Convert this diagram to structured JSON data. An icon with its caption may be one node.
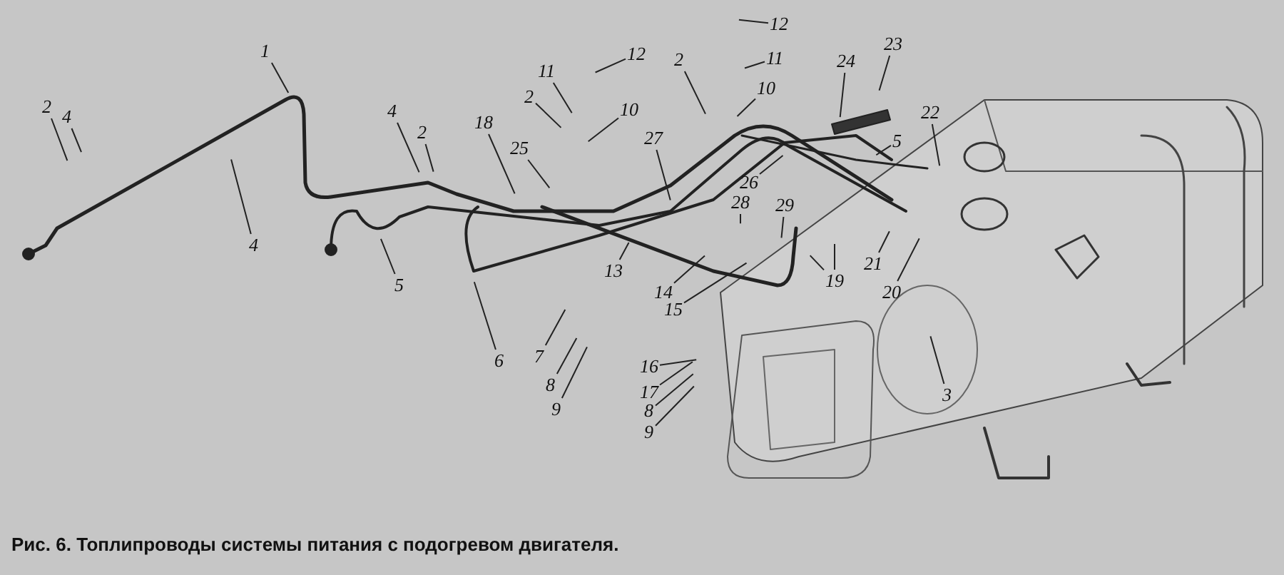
{
  "diagram": {
    "caption": "Рис. 6. Топлипроводы системы питания с подогревом двигателя.",
    "nodes": [
      {
        "text": [
          "1"
        ]
      },
      {
        "text": [
          "2"
        ]
      },
      {
        "text": [
          "4"
        ]
      },
      {
        "text": [
          "4"
        ]
      },
      {
        "text": [
          "4"
        ]
      },
      {
        "text": [
          "2"
        ]
      },
      {
        "text": [
          "5"
        ]
      },
      {
        "text": [
          "6"
        ]
      },
      {
        "text": [
          "18"
        ]
      },
      {
        "text": [
          "25"
        ]
      },
      {
        "text": [
          "11"
        ]
      },
      {
        "text": [
          "2"
        ]
      },
      {
        "text": [
          "12"
        ]
      },
      {
        "text": [
          "10"
        ]
      },
      {
        "text": [
          "13"
        ]
      },
      {
        "text": [
          "7"
        ]
      },
      {
        "text": [
          "8"
        ]
      },
      {
        "text": [
          "9"
        ]
      },
      {
        "text": [
          "27"
        ]
      },
      {
        "text": [
          "28"
        ]
      },
      {
        "text": [
          "29"
        ]
      },
      {
        "text": [
          "14"
        ]
      },
      {
        "text": [
          "15"
        ]
      },
      {
        "text": [
          "16"
        ]
      },
      {
        "text": [
          "17"
        ]
      },
      {
        "text": [
          "8"
        ]
      },
      {
        "text": [
          "9"
        ]
      },
      {
        "text": [
          "26"
        ]
      },
      {
        "text": [
          "2"
        ]
      },
      {
        "text": [
          "11"
        ]
      },
      {
        "text": [
          "12"
        ]
      },
      {
        "text": [
          "10"
        ]
      },
      {
        "text": [
          "24"
        ]
      },
      {
        "text": [
          "23"
        ]
      },
      {
        "text": [
          "5"
        ]
      },
      {
        "text": [
          "22"
        ]
      },
      {
        "text": [
          "21"
        ]
      },
      {
        "text": [
          "20"
        ]
      },
      {
        "text": [
          "19"
        ]
      },
      {
        "text": [
          "3"
        ]
      }
    ],
    "edges": [
      {
        "from": 0,
        "to": null,
        "arrow": "none"
      },
      {
        "from": 1,
        "to": null,
        "arrow": "none"
      },
      {
        "from": 2,
        "to": null,
        "arrow": "none"
      },
      {
        "from": 3,
        "to": null,
        "arrow": "none"
      },
      {
        "from": 4,
        "to": null,
        "arrow": "none"
      },
      {
        "from": 5,
        "to": null,
        "arrow": "none"
      },
      {
        "from": 6,
        "to": null,
        "arrow": "none"
      },
      {
        "from": 7,
        "to": null,
        "arrow": "none"
      },
      {
        "from": 8,
        "to": null,
        "arrow": "none"
      },
      {
        "from": 9,
        "to": null,
        "arrow": "none"
      },
      {
        "from": 10,
        "to": null,
        "arrow": "none"
      },
      {
        "from": 11,
        "to": null,
        "arrow": "none"
      },
      {
        "from": 12,
        "to": null,
        "arrow": "none"
      },
      {
        "from": 13,
        "to": null,
        "arrow": "none"
      },
      {
        "from": 14,
        "to": null,
        "arrow": "none"
      },
      {
        "from": 15,
        "to": null,
        "arrow": "none"
      },
      {
        "from": 16,
        "to": null,
        "arrow": "none"
      },
      {
        "from": 17,
        "to": null,
        "arrow": "none"
      },
      {
        "from": 18,
        "to": null,
        "arrow": "none"
      },
      {
        "from": 19,
        "to": null,
        "arrow": "none"
      },
      {
        "from": 20,
        "to": null,
        "arrow": "none"
      },
      {
        "from": 21,
        "to": null,
        "arrow": "none"
      },
      {
        "from": 22,
        "to": null,
        "arrow": "none"
      },
      {
        "from": 23,
        "to": null,
        "arrow": "none"
      },
      {
        "from": 24,
        "to": null,
        "arrow": "none"
      },
      {
        "from": 25,
        "to": null,
        "arrow": "none"
      },
      {
        "from": 26,
        "to": null,
        "arrow": "none"
      },
      {
        "from": 27,
        "to": null,
        "arrow": "none"
      },
      {
        "from": 28,
        "to": null,
        "arrow": "none"
      },
      {
        "from": 29,
        "to": null,
        "arrow": "none"
      },
      {
        "from": 30,
        "to": null,
        "arrow": "none"
      },
      {
        "from": 31,
        "to": null,
        "arrow": "none"
      },
      {
        "from": 32,
        "to": null,
        "arrow": "none"
      },
      {
        "from": 33,
        "to": null,
        "arrow": "none"
      },
      {
        "from": 34,
        "to": null,
        "arrow": "none"
      },
      {
        "from": 35,
        "to": null,
        "arrow": "none"
      },
      {
        "from": 36,
        "to": null,
        "arrow": "none"
      },
      {
        "from": 37,
        "to": null,
        "arrow": "none"
      },
      {
        "from": 38,
        "to": null,
        "arrow": "none"
      },
      {
        "from": 38,
        "to": null,
        "arrow": "none"
      },
      {
        "from": 39,
        "to": null,
        "arrow": "none"
      }
    ]
  }
}
